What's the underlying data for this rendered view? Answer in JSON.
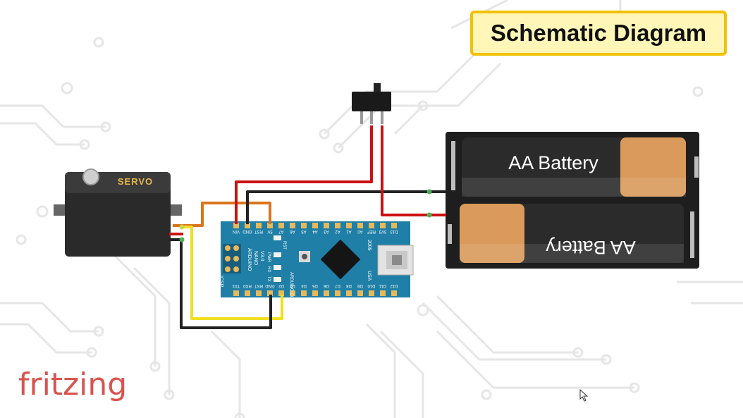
{
  "header": {
    "title": "Schematic Diagram"
  },
  "logo": {
    "text": "fritzing"
  },
  "servo": {
    "label": "SERVO"
  },
  "arduino": {
    "model": "ARDUINO",
    "variant": "NANO",
    "version": "V3.0",
    "site": "ARDUINO.CC",
    "year": "2009",
    "country": "USA",
    "icsp": "ICSP",
    "led_rst": "RST",
    "led_pwr": "PWR",
    "led_rx": "RX",
    "led_tx": "TX",
    "top_pins": [
      "VIN",
      "GND",
      "RST",
      "5V",
      "A7",
      "A6",
      "A5",
      "A4",
      "A3",
      "A2",
      "A1",
      "A0",
      "REF",
      "3V3",
      "D13"
    ],
    "bottom_pins": [
      "TX1",
      "RX0",
      "RST",
      "GND",
      "D2",
      "D3",
      "D4",
      "D5",
      "D6",
      "D7",
      "D8",
      "D9",
      "D10",
      "D11",
      "D12"
    ]
  },
  "battery": {
    "cell1": "AA Battery",
    "cell2": "AA Battery"
  },
  "colors": {
    "wire_red": "#cc1111",
    "wire_black": "#222222",
    "wire_yellow": "#f0e020",
    "wire_orange": "#d9751c",
    "board": "#1f7fa6",
    "battery_tan": "#d99a5b",
    "title_border": "#f2c100",
    "title_fill": "#fff6b8",
    "logo": "#d9534f"
  },
  "icons": {
    "cursor": "mouse-pointer-icon"
  }
}
